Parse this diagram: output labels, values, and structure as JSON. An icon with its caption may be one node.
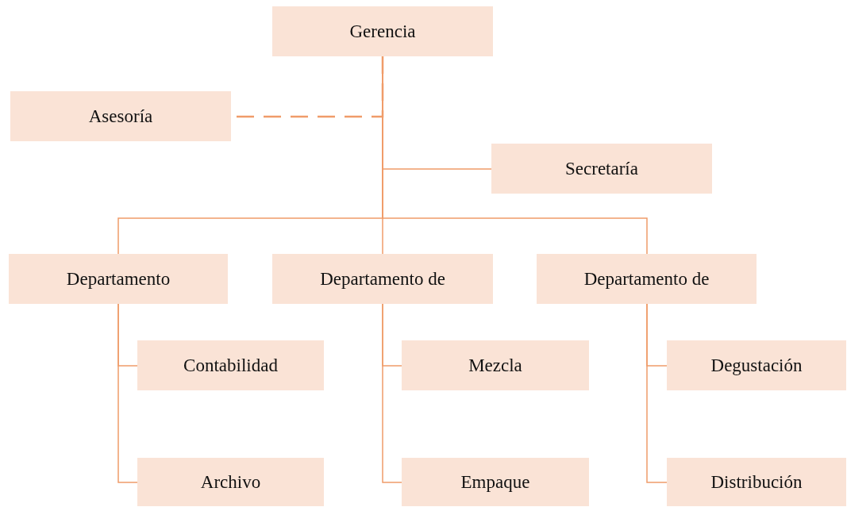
{
  "diagram": {
    "nodes": [
      {
        "text": [
          "Gerencia"
        ]
      },
      {
        "text": [
          "Asesoría"
        ]
      },
      {
        "text": [
          "Secretaría"
        ]
      },
      {
        "text": [
          "Departamento"
        ]
      },
      {
        "text": [
          "Departamento de"
        ]
      },
      {
        "text": [
          "Departamento de"
        ]
      },
      {
        "text": [
          "Contabilidad"
        ]
      },
      {
        "text": [
          "Archivo"
        ]
      },
      {
        "text": [
          "Mezcla"
        ]
      },
      {
        "text": [
          "Empaque"
        ]
      },
      {
        "text": [
          "Degustación"
        ]
      },
      {
        "text": [
          "Distribución"
        ]
      }
    ],
    "edges": [
      {
        "from": 0,
        "to": 1,
        "arrow": "none",
        "style": "dashed"
      },
      {
        "from": 0,
        "to": 2,
        "arrow": "none"
      },
      {
        "from": 0,
        "to": 3,
        "arrow": "none"
      },
      {
        "from": 0,
        "to": 4,
        "arrow": "none"
      },
      {
        "from": 0,
        "to": 5,
        "arrow": "none"
      },
      {
        "from": 3,
        "to": 6,
        "arrow": "none"
      },
      {
        "from": 3,
        "to": 7,
        "arrow": "none"
      },
      {
        "from": 4,
        "to": 8,
        "arrow": "none"
      },
      {
        "from": 4,
        "to": 9,
        "arrow": "none"
      },
      {
        "from": 5,
        "to": 10,
        "arrow": "none"
      },
      {
        "from": 5,
        "to": 11,
        "arrow": "none"
      }
    ]
  }
}
